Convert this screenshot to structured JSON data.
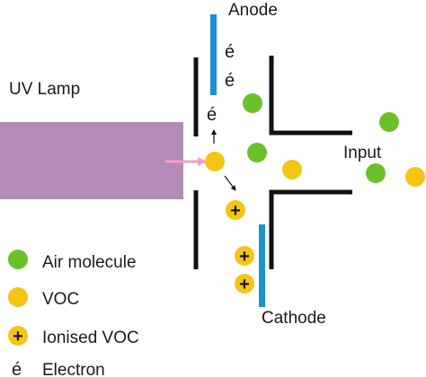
{
  "labels": {
    "anode": "Anode",
    "uv_lamp": "UV Lamp",
    "input": "Input",
    "cathode": "Cathode"
  },
  "electron_symbol": "é",
  "ion_symbol": "+",
  "legend": [
    {
      "key": "air",
      "text": "Air molecule"
    },
    {
      "key": "voc",
      "text": "VOC"
    },
    {
      "key": "ionised",
      "text": "Ionised VOC"
    },
    {
      "key": "electron",
      "text": "Electron"
    }
  ],
  "colors": {
    "lamp": "#b48ab8",
    "electrode": "#1e8fd0",
    "wall": "#111111",
    "air_molecule": "#6cc02a",
    "voc": "#f5c516",
    "uv_arrow": "#f29fc6"
  }
}
